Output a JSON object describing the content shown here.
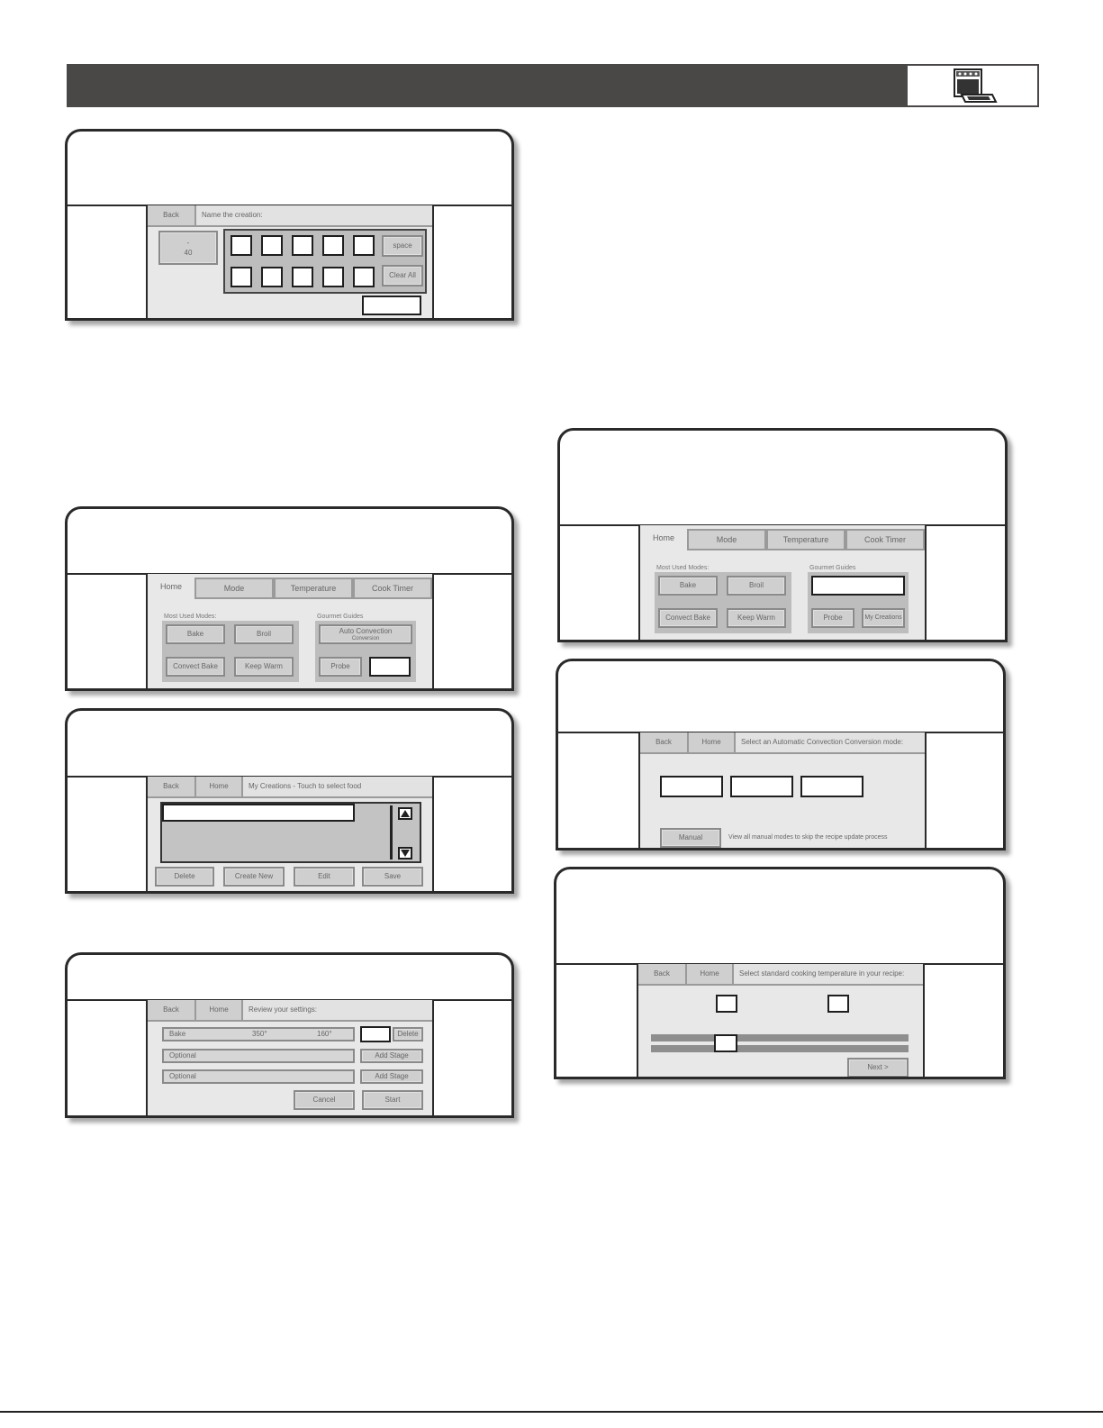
{
  "header": {
    "icon": "oven-range-icon"
  },
  "name_screen": {
    "back": "Back",
    "prompt": "Name the creation:",
    "counter_top": "-",
    "counter_bottom": "40",
    "space": "space",
    "clear_all": "Clear All"
  },
  "home_screen": {
    "tabs": [
      "Home",
      "Mode",
      "Temperature",
      "Cook Timer"
    ],
    "most_used_label": "Most Used Modes:",
    "gourmet_label": "Gourmet Guides",
    "bake": "Bake",
    "broil": "Broil",
    "convect_bake": "Convect Bake",
    "keep_warm": "Keep Warm",
    "auto_conv_line1": "Auto Convection",
    "auto_conv_line2": "Conversion",
    "probe": "Probe",
    "my_creations": "My Creations"
  },
  "creations_screen": {
    "back": "Back",
    "home": "Home",
    "prompt": "My Creations - Touch to select food",
    "delete": "Delete",
    "create_new": "Create New",
    "edit": "Edit",
    "save": "Save"
  },
  "review_screen": {
    "back": "Back",
    "home": "Home",
    "prompt": "Review your settings:",
    "stage1_mode": "Bake",
    "stage1_temp": "350°",
    "stage1_time": "160°",
    "delete": "Delete",
    "optional1": "Optional",
    "optional2": "Optional",
    "add_stage": "Add Stage",
    "cancel": "Cancel",
    "start": "Start"
  },
  "conversion_screen": {
    "back": "Back",
    "home": "Home",
    "prompt": "Select an Automatic Convection Conversion mode:",
    "manual": "Manual",
    "manual_desc": "View all manual modes to skip the recipe update process"
  },
  "temp_screen": {
    "back": "Back",
    "home": "Home",
    "prompt": "Select standard cooking temperature in your recipe:",
    "next": "Next >",
    "slider_position": 0.27
  }
}
